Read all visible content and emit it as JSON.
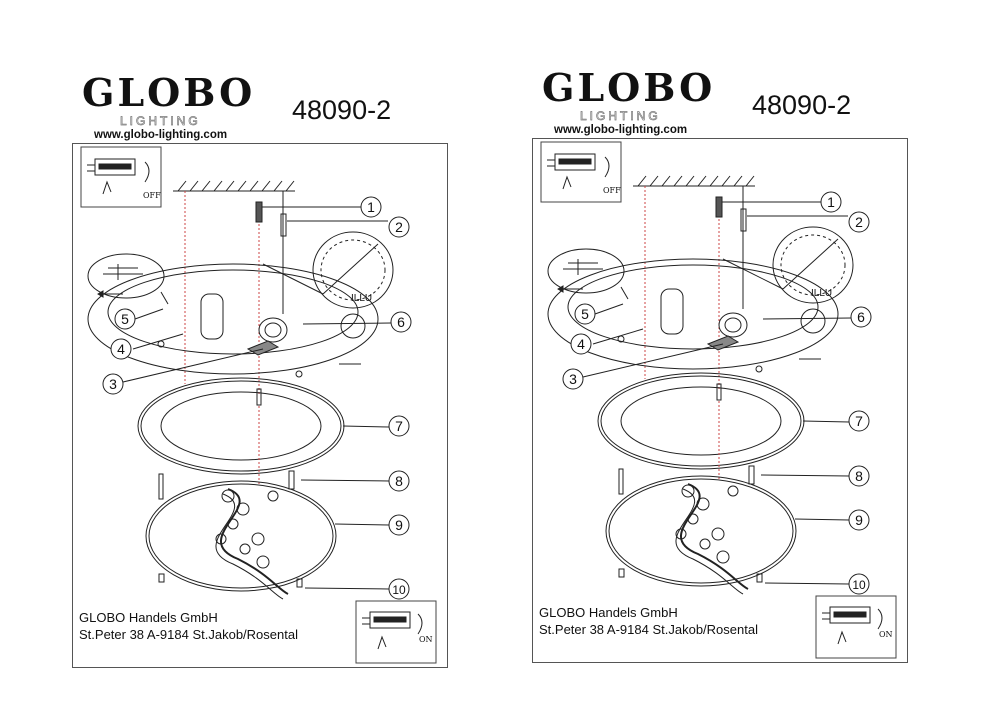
{
  "pages": [
    {
      "brand": "GLOBO",
      "brand_sub": "LIGHTING",
      "model": "48090-2",
      "url": "www.globo-lighting.com",
      "off_label": "OFF",
      "on_label": "ON",
      "illu_label": "ILLU",
      "callouts": [
        "1",
        "2",
        "3",
        "4",
        "5",
        "6",
        "7",
        "8",
        "9",
        "10"
      ],
      "company_name": "GLOBO  Handels  GmbH",
      "company_address": "St.Peter 38 A-9184 St.Jakob/Rosental"
    },
    {
      "brand": "GLOBO",
      "brand_sub": "LIGHTING",
      "model": "48090-2",
      "url": "www.globo-lighting.com",
      "off_label": "OFF",
      "on_label": "ON",
      "illu_label": "ILLU",
      "callouts": [
        "1",
        "2",
        "3",
        "4",
        "5",
        "6",
        "7",
        "8",
        "9",
        "10"
      ],
      "company_name": "GLOBO  Handels  GmbH",
      "company_address": "St.Peter 38 A-9184 St.Jakob/Rosental"
    }
  ]
}
